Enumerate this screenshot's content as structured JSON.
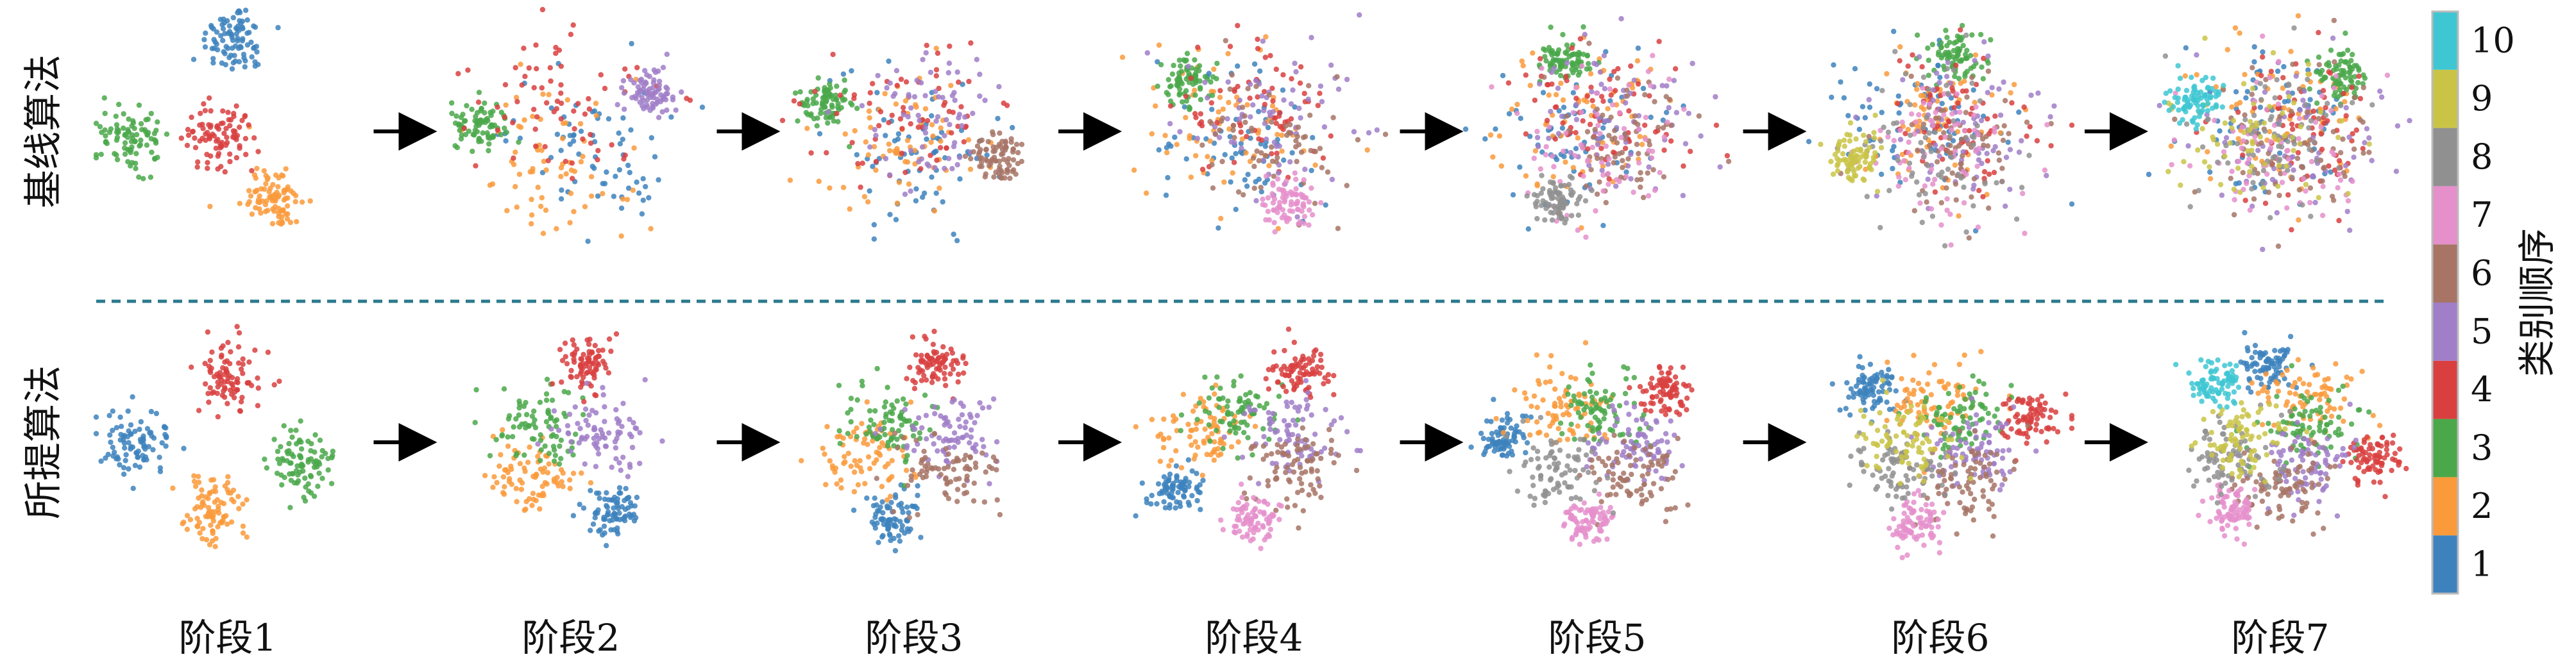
{
  "chart_data": {
    "type": "scatter",
    "description_kind": "t-SNE feature embeddings across incremental stages",
    "rows": [
      {
        "label": "基线算法"
      },
      {
        "label": "所提算法"
      }
    ],
    "stages": [
      "阶段1",
      "阶段2",
      "阶段3",
      "阶段4",
      "阶段5",
      "阶段6",
      "阶段7"
    ],
    "colorbar": {
      "title": "类别顺序",
      "ticks": [
        "1",
        "2",
        "3",
        "4",
        "5",
        "6",
        "7",
        "8",
        "9",
        "10"
      ],
      "colors": [
        "#3d82bd",
        "#fa9a3b",
        "#4aa84a",
        "#d93f3f",
        "#a07ec8",
        "#a77466",
        "#e58fcb",
        "#909090",
        "#c9c446",
        "#3ec7d2"
      ]
    },
    "classes_per_stage": [
      4,
      5,
      6,
      7,
      8,
      9,
      10
    ],
    "separator": {
      "style": "dashed",
      "color": "#2a7a8c"
    },
    "arrows": "stage transitions"
  }
}
